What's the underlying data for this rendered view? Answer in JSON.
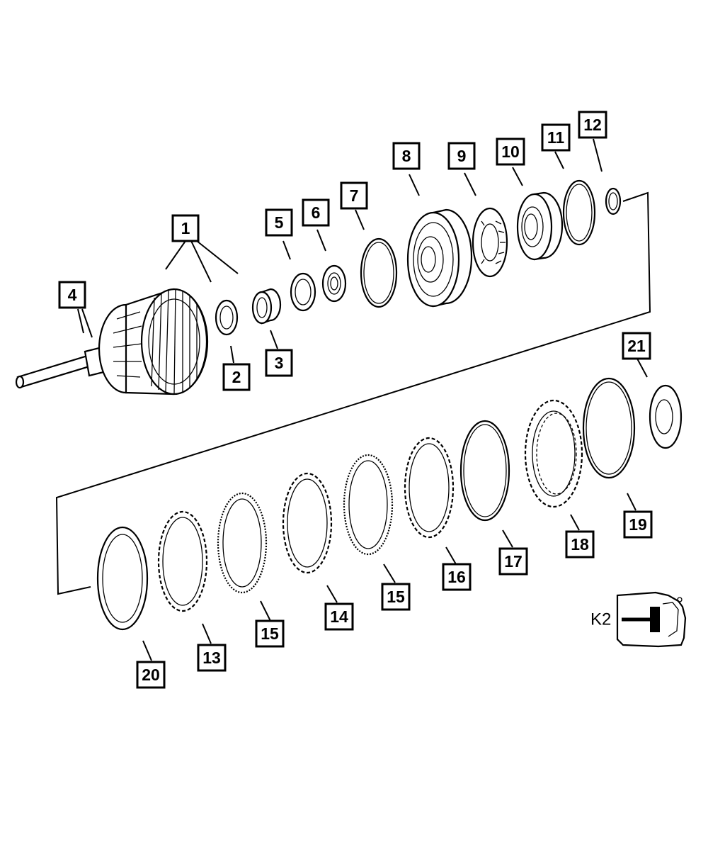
{
  "diagram": {
    "inset_label": "K2",
    "callouts": [
      {
        "id": "c1",
        "label": "1"
      },
      {
        "id": "c2",
        "label": "2"
      },
      {
        "id": "c3",
        "label": "3"
      },
      {
        "id": "c4",
        "label": "4"
      },
      {
        "id": "c5",
        "label": "5"
      },
      {
        "id": "c6",
        "label": "6"
      },
      {
        "id": "c7",
        "label": "7"
      },
      {
        "id": "c8",
        "label": "8"
      },
      {
        "id": "c9",
        "label": "9"
      },
      {
        "id": "c10",
        "label": "10"
      },
      {
        "id": "c11",
        "label": "11"
      },
      {
        "id": "c12",
        "label": "12"
      },
      {
        "id": "c13",
        "label": "13"
      },
      {
        "id": "c14",
        "label": "14"
      },
      {
        "id": "c15a",
        "label": "15"
      },
      {
        "id": "c15b",
        "label": "15"
      },
      {
        "id": "c16",
        "label": "16"
      },
      {
        "id": "c17",
        "label": "17"
      },
      {
        "id": "c18",
        "label": "18"
      },
      {
        "id": "c19",
        "label": "19"
      },
      {
        "id": "c20",
        "label": "20"
      },
      {
        "id": "c21",
        "label": "21"
      }
    ]
  }
}
